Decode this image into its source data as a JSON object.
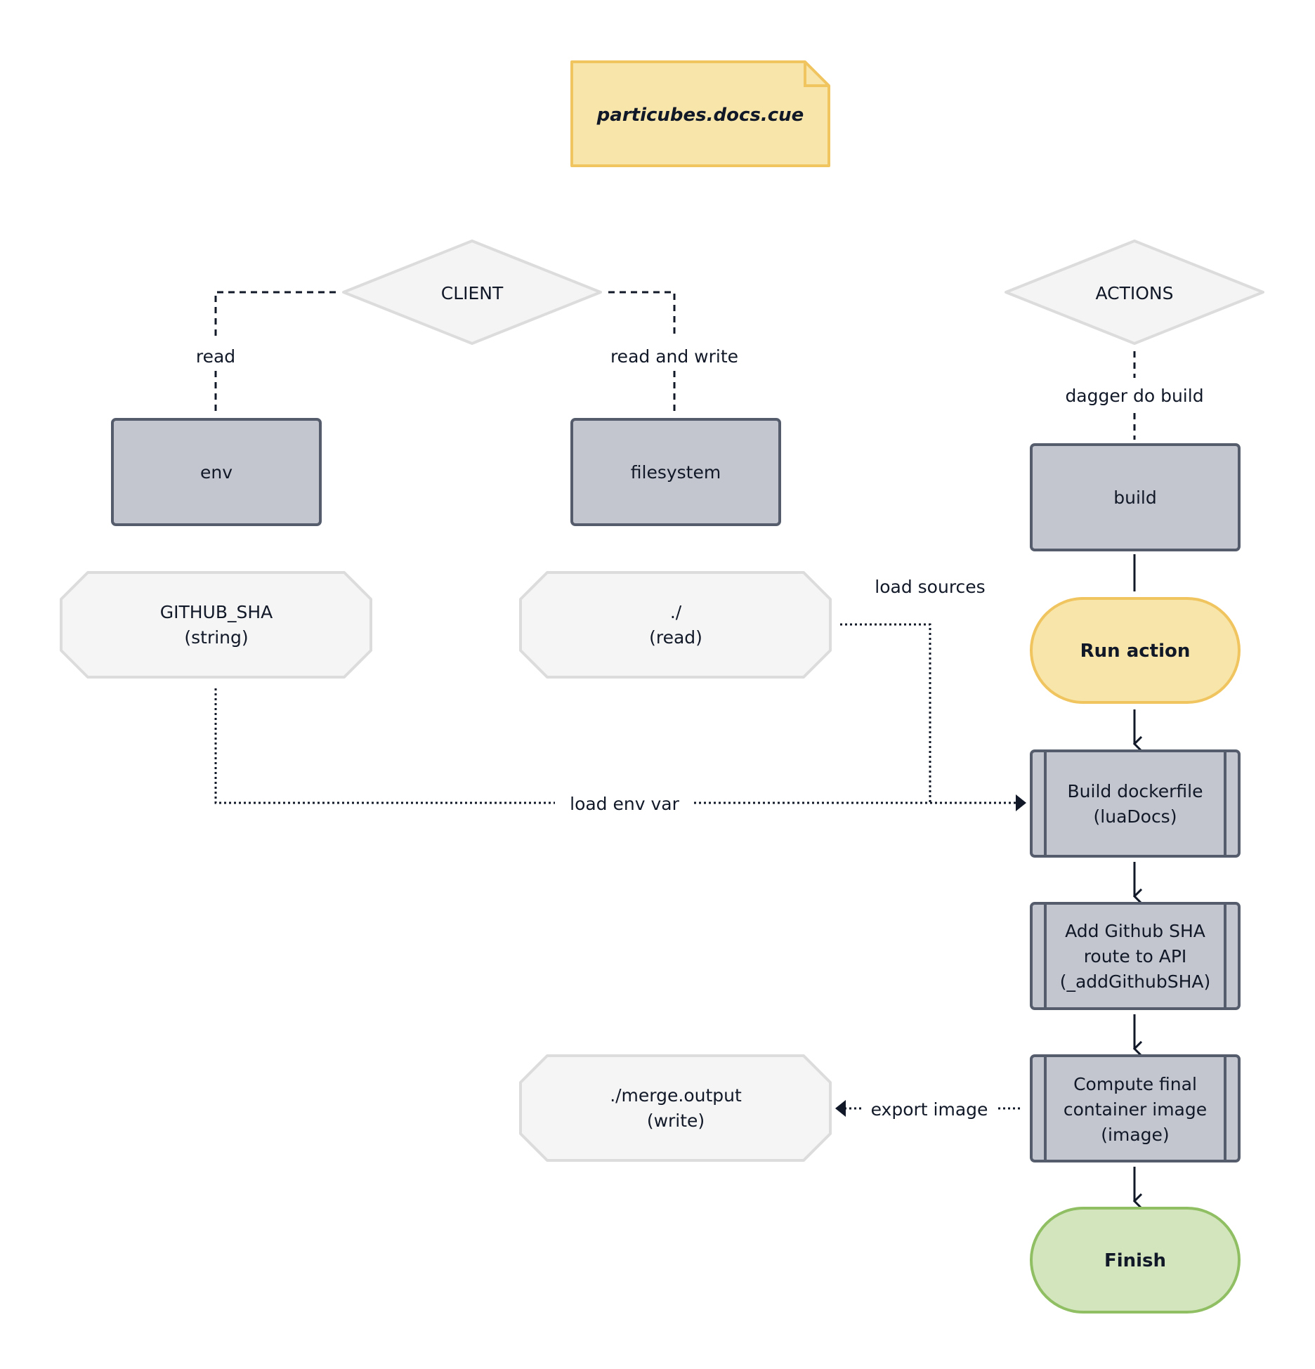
{
  "title": "particubes.docs.cue",
  "client": {
    "label": "CLIENT",
    "read_label": "read",
    "read_write_label": "read and write",
    "env_label": "env",
    "filesystem_label": "filesystem",
    "github_sha": [
      "GITHUB_SHA",
      "(string)"
    ],
    "root_dir": [
      "./",
      "(read)"
    ],
    "merge_output": [
      "./merge.output",
      "(write)"
    ]
  },
  "actions": {
    "label": "ACTIONS",
    "command_label": "dagger do build",
    "build_label": "build",
    "run_action_label": "Run action",
    "build_dockerfile": [
      "Build dockerfile",
      "(luaDocs)"
    ],
    "add_sha": [
      "Add Github SHA",
      "route to API",
      "(_addGithubSHA)"
    ],
    "compute_image": [
      "Compute final",
      "container image",
      "(image)"
    ],
    "finish_label": "Finish"
  },
  "edges": {
    "load_sources": "load sources",
    "load_env_var": "load env var",
    "export_image": "export image"
  },
  "colors": {
    "gray_box_fill": "#c3c6ce",
    "gray_box_stroke": "#555c6c",
    "diamond_fill": "#f4f4f4",
    "diamond_stroke": "#d8d8d8",
    "note_fill": "#f8e5aa",
    "note_stroke": "#f0c45e",
    "run_fill": "#f8e5aa",
    "run_stroke": "#f0c45e",
    "finish_fill": "#d3e5bd",
    "finish_stroke": "#8fbf62",
    "line": "#111827"
  }
}
